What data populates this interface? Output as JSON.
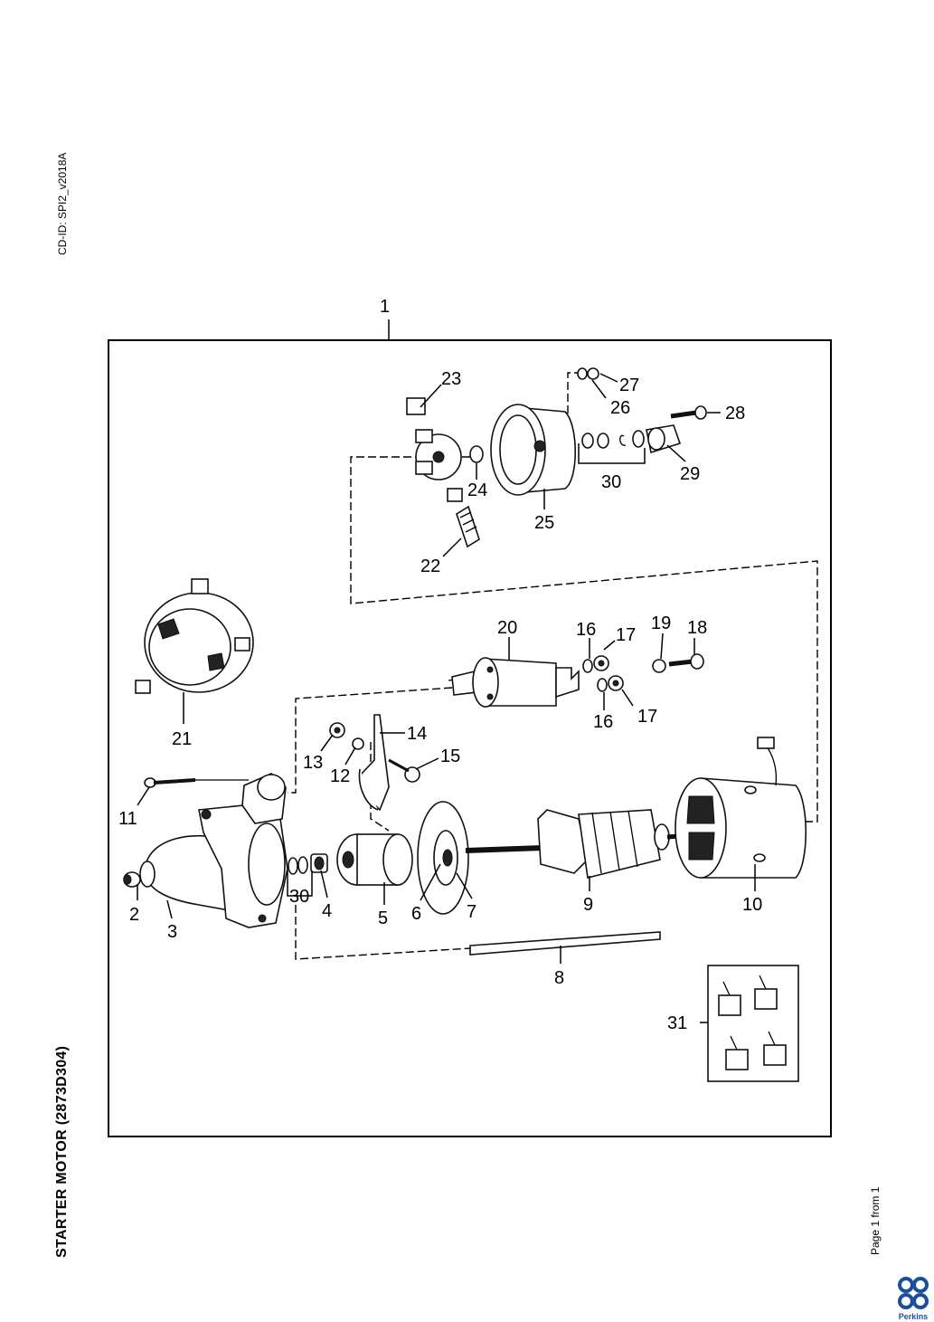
{
  "header": {
    "cd_id": "CD-ID: SPI2_v2018A"
  },
  "title": "STARTER MOTOR (2873D304)",
  "footer": {
    "page": "Page 1 from 1",
    "brand": "Perkins"
  },
  "callouts": {
    "c1": "1",
    "c2": "2",
    "c3": "3",
    "c4": "4",
    "c5": "5",
    "c6": "6",
    "c7": "7",
    "c8": "8",
    "c9": "9",
    "c10": "10",
    "c11": "11",
    "c12": "12",
    "c13": "13",
    "c14": "14",
    "c15": "15",
    "c16a": "16",
    "c16b": "16",
    "c17a": "17",
    "c17b": "17",
    "c18": "18",
    "c19": "19",
    "c20": "20",
    "c21": "21",
    "c22": "22",
    "c23": "23",
    "c24": "24",
    "c25": "25",
    "c26": "26",
    "c27": "27",
    "c28": "28",
    "c29": "29",
    "c30a": "30",
    "c30b": "30",
    "c31": "31"
  }
}
